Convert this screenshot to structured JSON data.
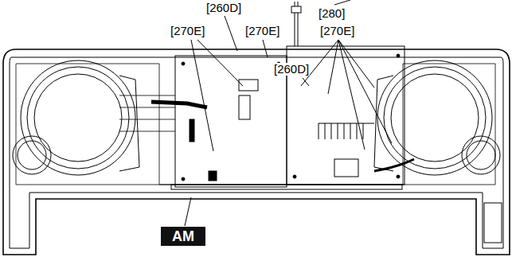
{
  "diagram": {
    "nodes": [
      {
        "text": [
          "AM"
        ]
      }
    ],
    "labels": [
      "[260D]",
      "[280]",
      "[270E]",
      "[270E]",
      "[270E]",
      "[260D]"
    ]
  }
}
